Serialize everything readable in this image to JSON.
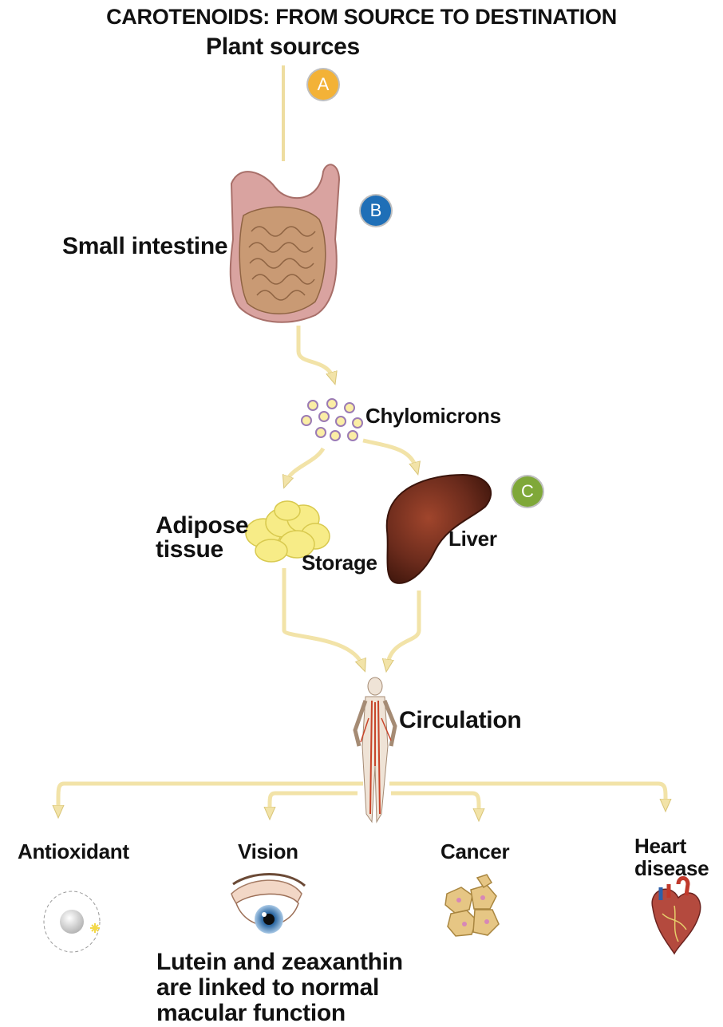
{
  "title": "CAROTENOIDS: FROM SOURCE TO DESTINATION",
  "plant_sources": "Plant sources",
  "badges": [
    {
      "letter": "A",
      "color": "#f3b237"
    },
    {
      "letter": "B",
      "color": "#1f6fb7"
    },
    {
      "letter": "C",
      "color": "#7fa839"
    }
  ],
  "stages": {
    "small_intestine": "Small intestine",
    "chylomicrons": "Chylomicrons",
    "adipose_tissue_line1": "Adipose",
    "adipose_tissue_line2": "tissue",
    "storage": "Storage",
    "liver": "Liver",
    "circulation": "Circulation"
  },
  "destinations": {
    "antioxidant": "Antioxidant",
    "vision": "Vision",
    "cancer": "Cancer",
    "heart_disease_line1": "Heart",
    "heart_disease_line2": "disease"
  },
  "vision_note": {
    "line1": "Lutein and zeaxanthin",
    "line2": "are linked to normal",
    "line3": "macular function"
  },
  "colors": {
    "arrow": "#f2e3a8",
    "arrow_edge": "#d9c577",
    "intestine": "#c99a74",
    "colon": "#d9a3a0",
    "liver": "#6b2b1c",
    "adipose": "#f7ec87"
  }
}
